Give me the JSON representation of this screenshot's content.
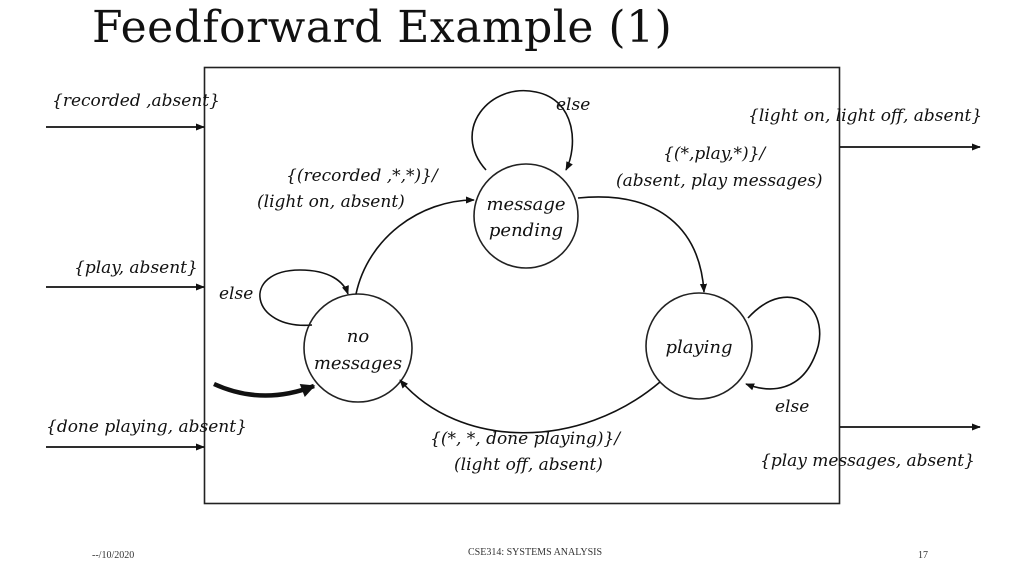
{
  "slide": {
    "title": "Feedforward Example (1)"
  },
  "footer": {
    "date": "--/10/2020",
    "course": "CSE314: SYSTEMS ANALYSIS",
    "page": "17"
  },
  "diagram": {
    "inputs": {
      "recorded": "{recorded ,absent}",
      "play": "{play, absent}",
      "done_playing": "{done playing, absent}"
    },
    "outputs": {
      "light": "{light on, light off, absent}",
      "play_messages": "{play messages, absent}"
    },
    "states": {
      "no_messages": [
        "no",
        "messages"
      ],
      "message_pending": [
        "message",
        "pending"
      ],
      "playing": [
        "playing"
      ]
    },
    "transitions": {
      "no_to_pending": [
        "{(recorded ,*,*)}/",
        "(light on, absent)"
      ],
      "pending_to_playing": [
        "{(*,play,*)}/",
        "(absent, play messages)"
      ],
      "playing_to_no": [
        "{(*, *, done playing)}/",
        "(light off, absent)"
      ],
      "else_label": "else"
    }
  }
}
